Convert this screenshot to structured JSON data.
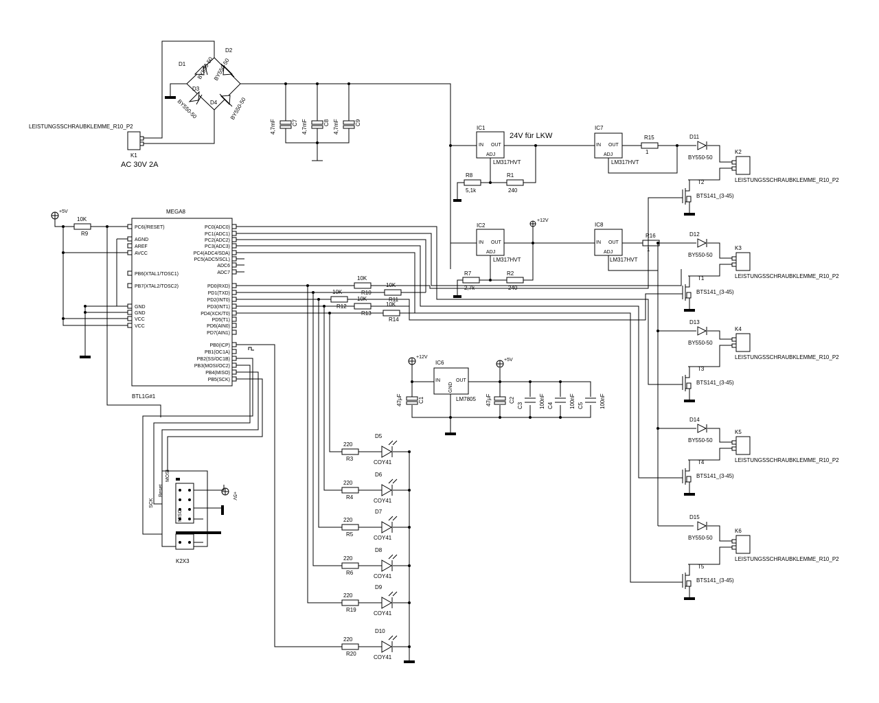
{
  "power_in": {
    "k1_name": "LEISTUNGSSCHRAUBKLEMME_R10_P2",
    "k1_ref": "K1",
    "k1_rating": "AC 30V 2A"
  },
  "bridge": {
    "d1": "D1",
    "d2": "D2",
    "d3": "D3",
    "d4": "D4",
    "part1": "BY550-50",
    "part2": "BY550-50",
    "part3": "BY550-50",
    "part4": "BY550-50"
  },
  "bulk_caps": [
    {
      "ref": "C7",
      "value": "4,7mF"
    },
    {
      "ref": "C8",
      "value": "4,7mF"
    },
    {
      "ref": "C9",
      "value": "4,7mF"
    }
  ],
  "regulators": {
    "ic1": "IC1",
    "ic1_part": "LM317HVT",
    "ic1_note": "24V für LKW",
    "ic2": "IC2",
    "ic2_part": "LM317HVT",
    "ic7": "IC7",
    "ic7_part": "LM317HVT",
    "ic8": "IC8",
    "ic8_part": "LM317HVT",
    "ic6": "IC6",
    "ic6_part": "LM7805",
    "pin_in": "IN",
    "pin_out": "OUT",
    "pin_adj": "ADJ",
    "pin_gnd": "GND",
    "r1": "R1",
    "r1v": "240",
    "r2": "R2",
    "r2v": "240",
    "r7": "R7",
    "r7v": "2,7k",
    "r8": "R8",
    "r8v": "5,1k",
    "r15": "R15",
    "r15v": "1",
    "r16": "R16",
    "r16v": "1",
    "rail12": "+12V",
    "rail5": "+5V"
  },
  "mcu": {
    "name": "MEGA8",
    "left_pins": [
      "PC6(/RESET)",
      "AGND",
      "AREF",
      "AVCC",
      "PB6(XTAL1/TOSC1)",
      "PB7(XTAL2/TOSC2)",
      "GND",
      "GND",
      "VCC",
      "VCC"
    ],
    "right_pins": [
      "PC0(ADC0)",
      "PC1(ADC1)",
      "PC2(ADC2)",
      "PC3(ADC3)",
      "PC4(ADC4/SDA)",
      "PC5(ADC5/SCL)",
      "ADC6",
      "ADC7",
      "PD0(RXD)",
      "PD1(TXD)",
      "PD2(INT0)",
      "PD3(INT1)",
      "PD4(XCK/T0)",
      "PD5(T1)",
      "PD6(AIN0)",
      "PD7(AIN1)",
      "PB0(ICP)",
      "PB1(OC1A)",
      "PB2(SS/OC1B)",
      "PB3(MOSI/OC2)",
      "PB4(MISO)",
      "PB5(SCK)"
    ],
    "r9": "R9",
    "r9v": "10K",
    "rail5": "+5V"
  },
  "gate_resistors": [
    {
      "ref": "R10",
      "value": "10K"
    },
    {
      "ref": "R11",
      "value": "10K"
    },
    {
      "ref": "R12",
      "value": "10K"
    },
    {
      "ref": "R13",
      "value": "10K"
    },
    {
      "ref": "R14",
      "value": "10K"
    }
  ],
  "leds": [
    {
      "r": "R3",
      "rv": "220",
      "d": "D5",
      "dv": "COY41"
    },
    {
      "r": "R4",
      "rv": "220",
      "d": "D6",
      "dv": "COY41"
    },
    {
      "r": "R5",
      "rv": "220",
      "d": "D7",
      "dv": "COY41"
    },
    {
      "r": "R6",
      "rv": "220",
      "d": "D8",
      "dv": "COY41"
    },
    {
      "r": "R19",
      "rv": "220",
      "d": "D9",
      "dv": "COY41"
    },
    {
      "r": "R20",
      "rv": "220",
      "d": "D10",
      "dv": "COY41"
    }
  ],
  "supply5": {
    "c1": "C1",
    "c1v": "47µF",
    "c2": "C2",
    "c2v": "47µF",
    "c3": "C3",
    "c3v": "100nF",
    "c4": "C4",
    "c4v": "100nF",
    "c5": "C5",
    "c5v": "100nF",
    "rail12": "+12V",
    "rail5": "+5V"
  },
  "isp": {
    "title": "BTL1G#1",
    "ref": "K2X3",
    "sck": "SCK",
    "reset": "Reset",
    "miso": "MISO",
    "mosi": "MOSI",
    "plus5": "+5V"
  },
  "outputs": [
    {
      "k": "K2",
      "k_part": "LEISTUNGSSCHRAUBKLEMME_R10_P2",
      "d": "D11",
      "dv": "BY550-50",
      "t": "T2",
      "tv": "BTS141_(3-45)"
    },
    {
      "k": "K3",
      "k_part": "LEISTUNGSSCHRAUBKLEMME_R10_P2",
      "d": "D12",
      "dv": "BY550-50",
      "t": "T1",
      "tv": "BTS141_(3-45)"
    },
    {
      "k": "K4",
      "k_part": "LEISTUNGSSCHRAUBKLEMME_R10_P2",
      "d": "D13",
      "dv": "BY550-50",
      "t": "T3",
      "tv": "BTS141_(3-45)"
    },
    {
      "k": "K5",
      "k_part": "LEISTUNGSSCHRAUBKLEMME_R10_P2",
      "d": "D14",
      "dv": "BY550-50",
      "t": "T4",
      "tv": "BTS141_(3-45)"
    },
    {
      "k": "K6",
      "k_part": "LEISTUNGSSCHRAUBKLEMME_R10_P2",
      "d": "D15",
      "dv": "BY550-50",
      "t": "T5",
      "tv": "BTS141_(3-45)"
    }
  ]
}
